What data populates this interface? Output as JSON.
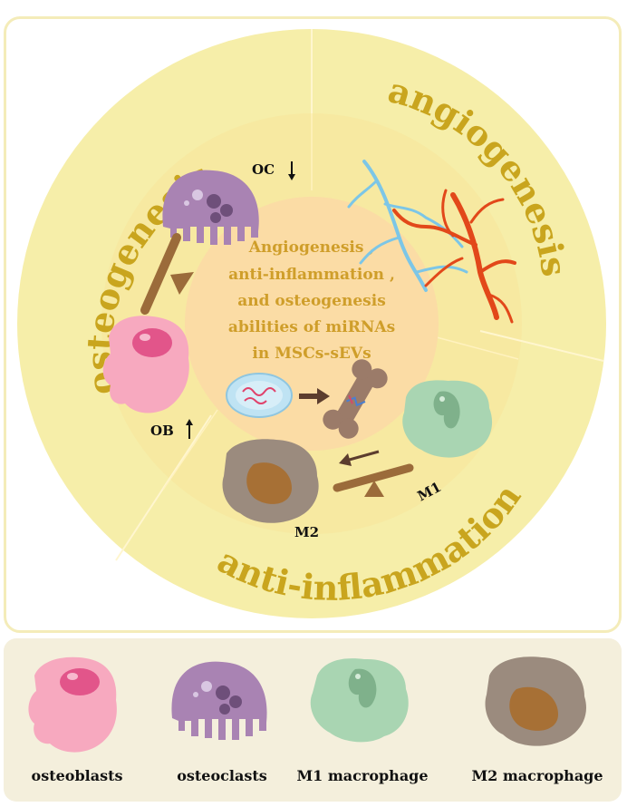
{
  "sections": {
    "osteogenesis": "osteogenesis",
    "angiogenesis": "angiogenesis",
    "anti_inflammation": "anti-inflammation"
  },
  "center_text": [
    "Angiogenesis ,",
    "anti-inflammation ,",
    "and osteogenesis",
    "abilities of miRNAs",
    "in MSCs-sEVs"
  ],
  "labels": {
    "oc": "OC",
    "ob": "OB",
    "m1": "M1",
    "m2": "M2"
  },
  "legend": [
    "osteoblasts",
    "osteoclasts",
    "M1 macrophage",
    "M2 macrophage"
  ],
  "colors": {
    "ring_outer": "#f6eea9",
    "ring_middle": "#f7e9a1",
    "center": "#fbdca5",
    "title_text": "#c9a51e",
    "center_text": "#cf9e2a",
    "osteoblast": "#f7a9bf",
    "osteoclast": "#a983b3",
    "m1": "#a9d5b2",
    "m2": "#9b8b7e",
    "vessel_red": "#e2481a",
    "vessel_blue": "#7cc6e7"
  }
}
